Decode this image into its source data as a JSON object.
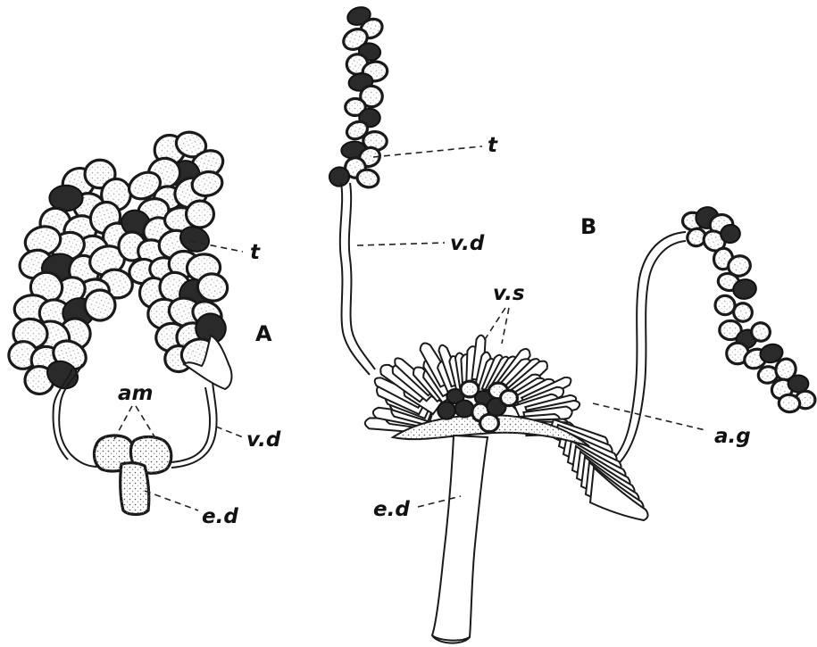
{
  "figure": {
    "panels": [
      {
        "id": "A",
        "label": "A"
      },
      {
        "id": "B",
        "label": "B"
      }
    ],
    "labels": {
      "A": {
        "t": "t",
        "am": "am",
        "vd": "v.d",
        "ed": "e.d"
      },
      "B": {
        "t": "t",
        "vd": "v.d",
        "vs": "v.s",
        "ag": "a.g",
        "ed": "e.d"
      }
    },
    "colors": {
      "ink": "#1a1a1a",
      "paper": "#ffffff"
    }
  }
}
